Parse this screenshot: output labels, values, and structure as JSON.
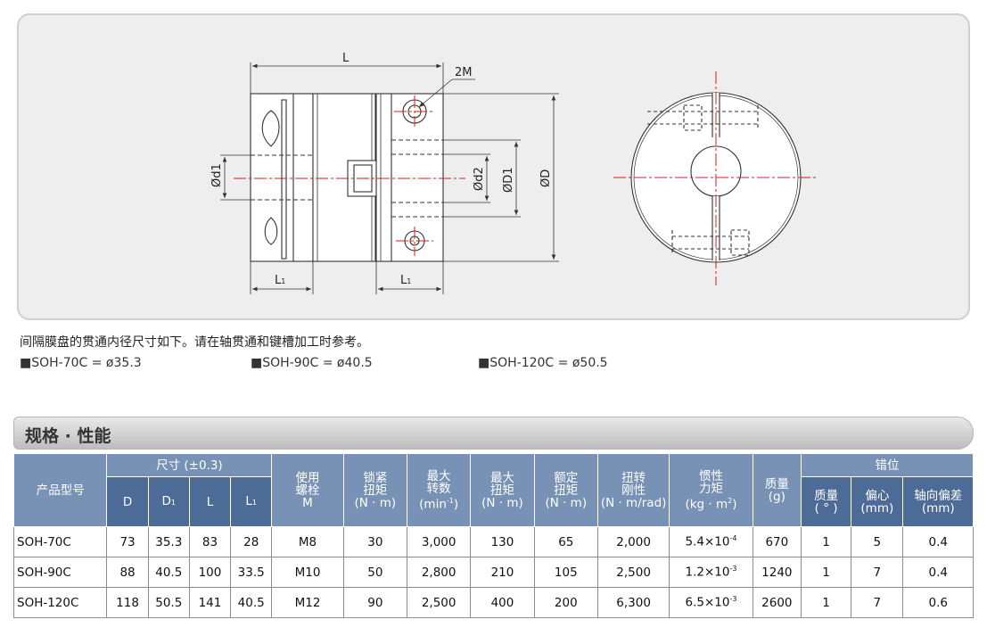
{
  "drawing": {
    "labels": {
      "L": "L",
      "two_m": "2M",
      "l1_left": "L",
      "l1_right": "L",
      "l1_sub": "1",
      "d1": "Ød1",
      "d2": "Ød2",
      "D1": "ØD1",
      "D": "ØD"
    }
  },
  "note": {
    "text": "间隔膜盘的贯通内径尺寸如下。请在轴贯通和键槽加工时参考。",
    "bores": [
      {
        "label": "■SOH-70C = ø35.3"
      },
      {
        "label": "■SOH-90C = ø40.5"
      },
      {
        "label": "■SOH-120C = ø50.5"
      }
    ]
  },
  "section": {
    "title": "规格 · 性能"
  },
  "table": {
    "headers": {
      "model": "产品型号",
      "dimensions": "尺寸 (±0.3)",
      "D": "D",
      "D1": "D",
      "D1_sub": "1",
      "L": "L",
      "L1": "L",
      "L1_sub": "1",
      "bolt_l1": "使用",
      "bolt_l2": "螺栓",
      "bolt_l3": "M",
      "lock_l1": "锁紧",
      "lock_l2": "扭矩",
      "lock_l3": "(N · m)",
      "speed_l1": "最大",
      "speed_l2": "转数",
      "speed_l3": "(min",
      "speed_sup": "-1",
      "speed_close": ")",
      "maxtorque_l1": "最大",
      "maxtorque_l2": "扭矩",
      "maxtorque_l3": "(N · m)",
      "rated_l1": "额定",
      "rated_l2": "扭矩",
      "rated_l3": "(N · m)",
      "stiff_l1": "扭转",
      "stiff_l2": "刚性",
      "stiff_l3": "(N · m/rad)",
      "inertia_l1": "惯性",
      "inertia_l2": "力矩",
      "inertia_l3": "(kg · m",
      "inertia_sup": "2",
      "inertia_close": ")",
      "mass_l1": "质量",
      "mass_l2": "(g)",
      "misalign": "错位",
      "angular_l1": "质量",
      "angular_l2": "( ° )",
      "eccentric_l1": "偏心",
      "eccentric_l2": "(mm)",
      "axial_l1": "轴向偏差",
      "axial_l2": "(mm)"
    },
    "rows": [
      {
        "model": "SOH-70C",
        "D": "73",
        "D1": "35.3",
        "L": "83",
        "L1": "28",
        "bolt": "M8",
        "lock": "30",
        "speed": "3,000",
        "max_torque": "130",
        "rated": "65",
        "stiffness": "2,000",
        "inertia_base": "5.4×10",
        "inertia_exp": "-4",
        "mass": "670",
        "angular": "1",
        "eccentric": "5",
        "axial": "0.4"
      },
      {
        "model": "SOH-90C",
        "D": "88",
        "D1": "40.5",
        "L": "100",
        "L1": "33.5",
        "bolt": "M10",
        "lock": "50",
        "speed": "2,800",
        "max_torque": "210",
        "rated": "105",
        "stiffness": "2,500",
        "inertia_base": "1.2×10",
        "inertia_exp": "-3",
        "mass": "1240",
        "angular": "1",
        "eccentric": "7",
        "axial": "0.4"
      },
      {
        "model": "SOH-120C",
        "D": "118",
        "D1": "50.5",
        "L": "141",
        "L1": "40.5",
        "bolt": "M12",
        "lock": "90",
        "speed": "2,500",
        "max_torque": "400",
        "rated": "200",
        "stiffness": "6,300",
        "inertia_base": "6.5×10",
        "inertia_exp": "-3",
        "mass": "2600",
        "angular": "1",
        "eccentric": "7",
        "axial": "0.6"
      }
    ]
  }
}
